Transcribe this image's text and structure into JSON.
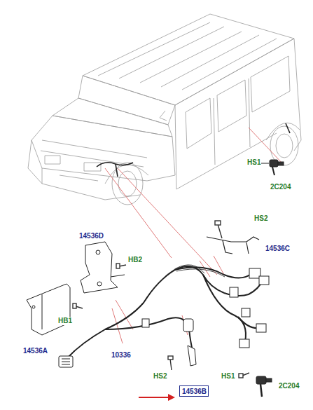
{
  "diagram": {
    "nodes": [
      {
        "text": [
          "14536B"
        ]
      }
    ],
    "labels": [
      "HS1",
      "2C204",
      "14536D",
      "HS2",
      "14536C",
      "HB2",
      "HB1",
      "14536A",
      "10336",
      "HS2",
      "HS1",
      "2C204"
    ]
  }
}
